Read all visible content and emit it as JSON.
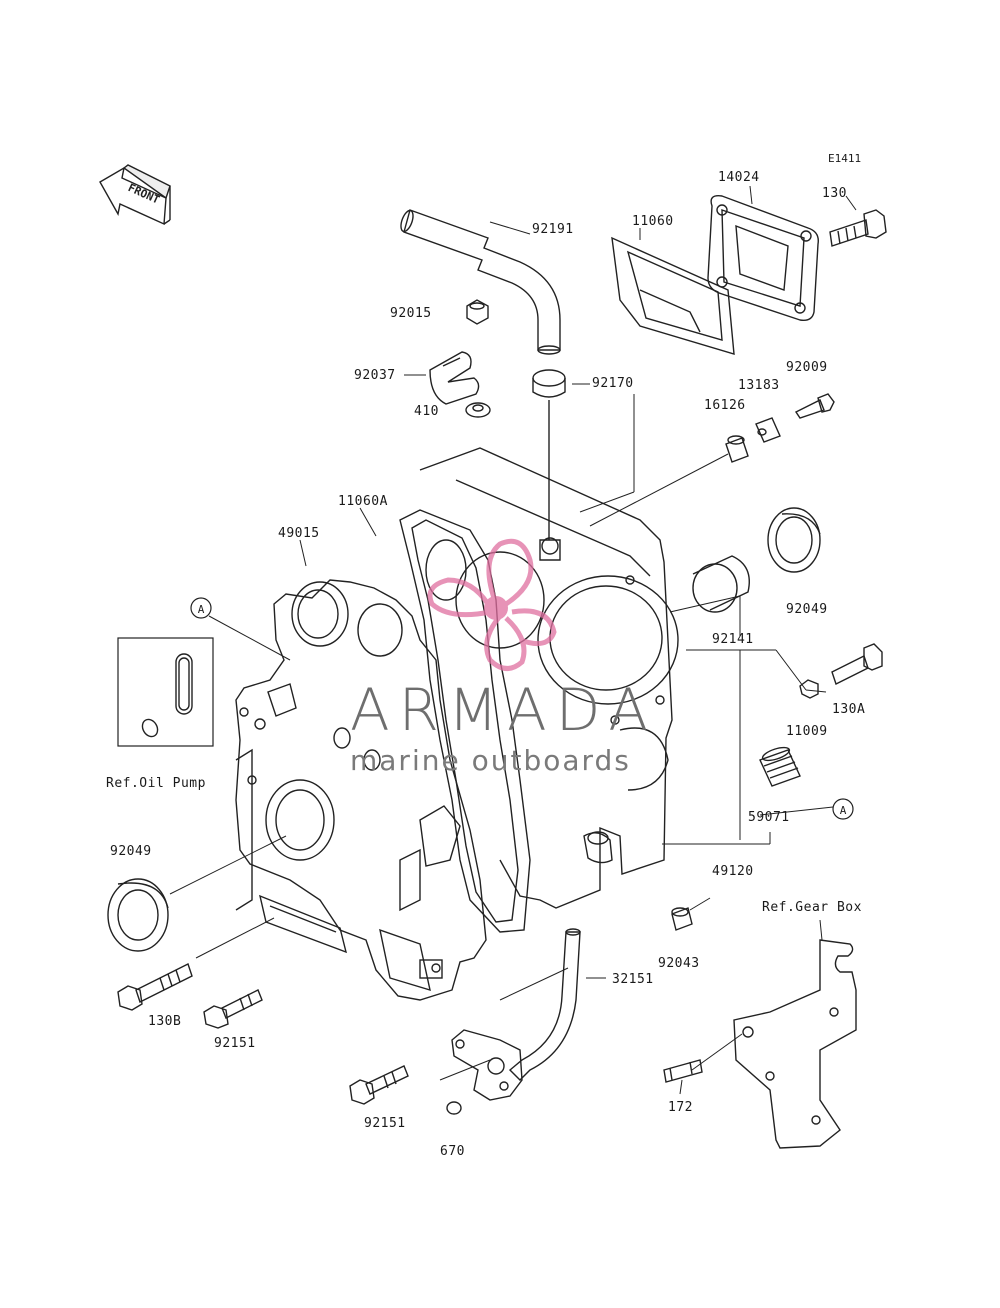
{
  "diagram_code": "E1411",
  "front_label": "FRONT",
  "watermark": {
    "title": "ARMADA",
    "subtitle": "marine outboards",
    "logo_color": "#e06fa0"
  },
  "callout_marker": "A",
  "parts": [
    {
      "id": "p14024",
      "text": "14024"
    },
    {
      "id": "p130",
      "text": "130"
    },
    {
      "id": "p11060",
      "text": "11060"
    },
    {
      "id": "p92191",
      "text": "92191"
    },
    {
      "id": "p92015",
      "text": "92015"
    },
    {
      "id": "p92037",
      "text": "92037"
    },
    {
      "id": "p410",
      "text": "410"
    },
    {
      "id": "p92170",
      "text": "92170"
    },
    {
      "id": "p92009",
      "text": "92009"
    },
    {
      "id": "p13183",
      "text": "13183"
    },
    {
      "id": "p16126",
      "text": "16126"
    },
    {
      "id": "p11060A",
      "text": "11060A"
    },
    {
      "id": "p49015",
      "text": "49015"
    },
    {
      "id": "p92049a",
      "text": "92049"
    },
    {
      "id": "p92141",
      "text": "92141"
    },
    {
      "id": "p130A",
      "text": "130A"
    },
    {
      "id": "p11009",
      "text": "11009"
    },
    {
      "id": "p59071",
      "text": "59071"
    },
    {
      "id": "p49120",
      "text": "49120"
    },
    {
      "id": "p92049b",
      "text": "92049"
    },
    {
      "id": "p92043",
      "text": "92043"
    },
    {
      "id": "p32151",
      "text": "32151"
    },
    {
      "id": "p130B",
      "text": "130B"
    },
    {
      "id": "p92151a",
      "text": "92151"
    },
    {
      "id": "p92151b",
      "text": "92151"
    },
    {
      "id": "p670",
      "text": "670"
    },
    {
      "id": "p172",
      "text": "172"
    }
  ],
  "references": {
    "oil_pump": "Ref.Oil Pump",
    "gear_box": "Ref.Gear Box"
  }
}
